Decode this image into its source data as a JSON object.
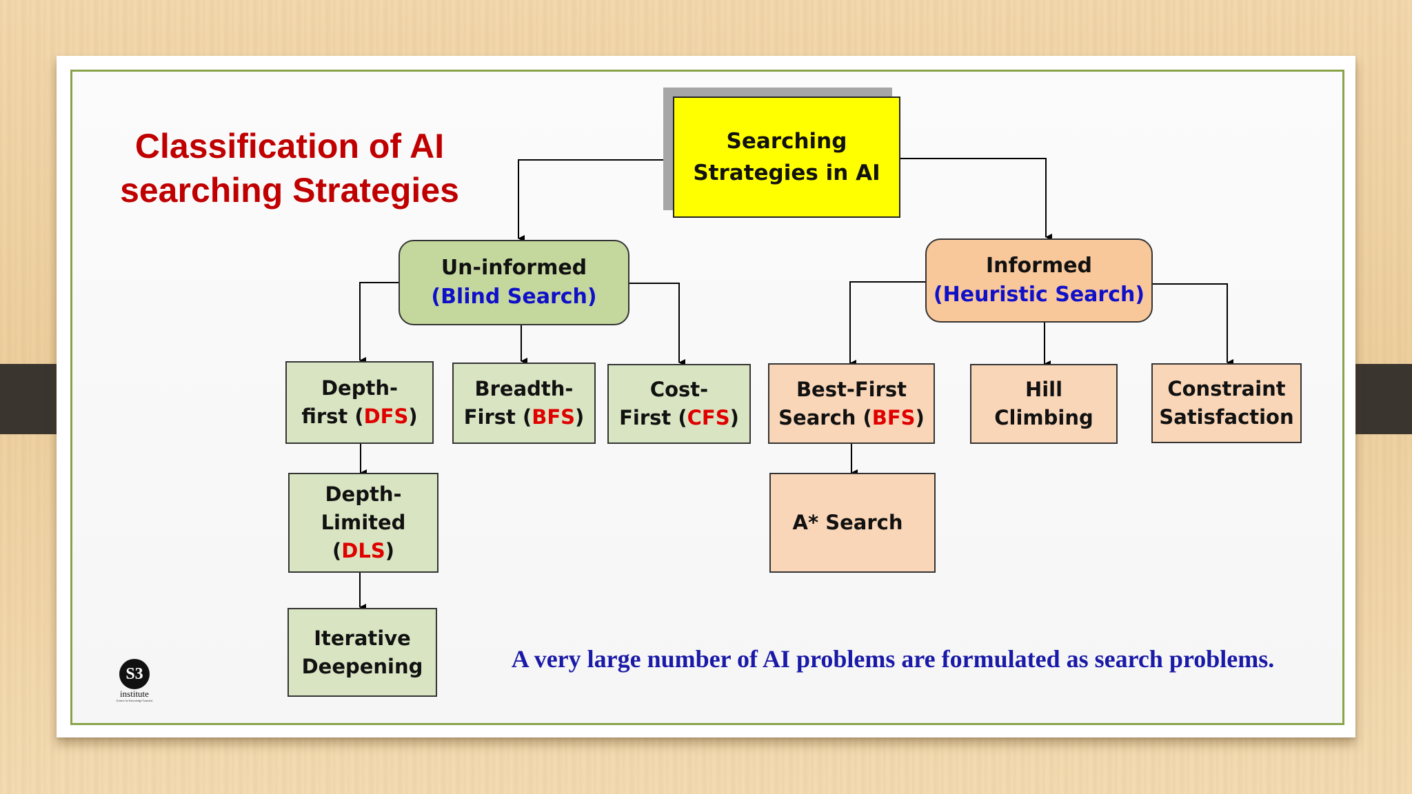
{
  "title": {
    "line1": "Classification of  AI",
    "line2": "searching Strategies"
  },
  "root": {
    "line1": "Searching",
    "line2": "Strategies in AI"
  },
  "uninformed": {
    "label": "Un-informed",
    "sub": "(Blind Search)"
  },
  "informed": {
    "label": "Informed",
    "sub": "(Heuristic Search)"
  },
  "dfs": {
    "line1": "Depth-",
    "line2_pre": "first (",
    "abbr": "DFS",
    "close": ")"
  },
  "bfs_breadth": {
    "line1": "Breadth-",
    "line2_pre": "First (",
    "abbr": "BFS",
    "close": ")"
  },
  "cfs": {
    "line1": "Cost-",
    "line2_pre": "First (",
    "abbr": "CFS",
    "close": ")"
  },
  "dls": {
    "line1": "Depth-",
    "line2": "Limited",
    "open": "(",
    "abbr": "DLS",
    "close": ")"
  },
  "iterative": {
    "line1": "Iterative",
    "line2": "Deepening"
  },
  "best_first": {
    "line1": "Best-First",
    "line2_pre": "Search (",
    "abbr": "BFS",
    "close": ")"
  },
  "astar": {
    "label": "A* Search"
  },
  "hill": {
    "line1": "Hill",
    "line2": "Climbing"
  },
  "constraint": {
    "line1": "Constraint",
    "line2": "Satisfaction"
  },
  "footer": "A very large number of AI problems are formulated as search problems.",
  "logo": {
    "mark": "S3",
    "word": "institute",
    "tagline": "(Centre for Knowledge Transfer)"
  },
  "colors": {
    "title": "#c00000",
    "root": "#ffff00",
    "uninformed": "#c4d89e",
    "informed": "#f8c79a",
    "green_leaf": "#d9e5c2",
    "peach_leaf": "#fad6b8",
    "blue_text": "#1010c8",
    "red_text": "#e00000",
    "slide_border": "#8aa34a"
  }
}
